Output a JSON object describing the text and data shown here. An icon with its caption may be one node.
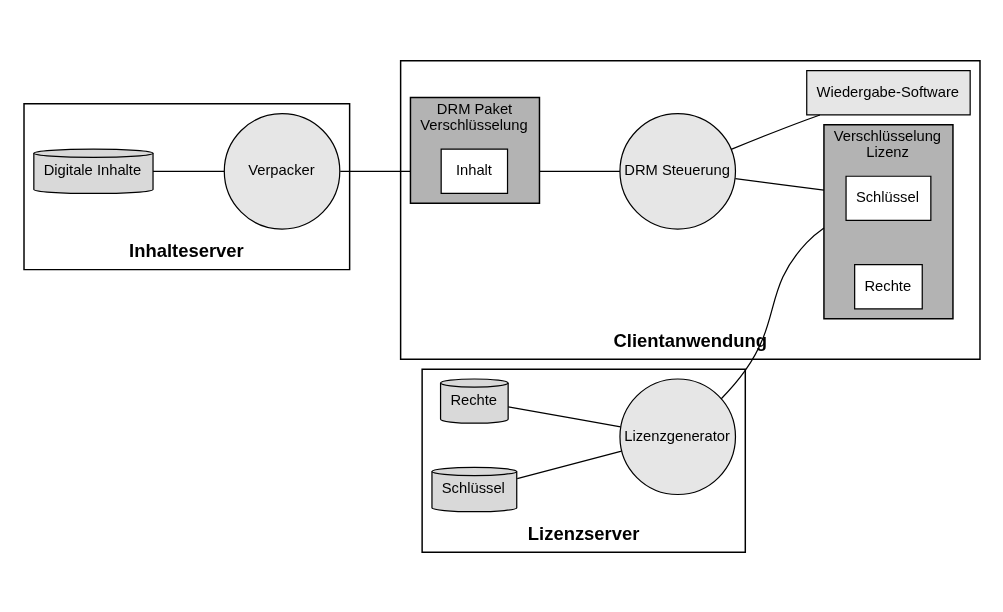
{
  "diagram": {
    "nodes": [
      {
        "text": [
          "Inhalteserver"
        ]
      },
      {
        "text": [
          "Digitale Inhalte"
        ],
        "in": 0
      },
      {
        "text": [
          "Verpacker"
        ],
        "in": 0
      },
      {
        "text": [
          "Lizenzserver"
        ]
      },
      {
        "text": [
          "Rechte"
        ],
        "in": 3
      },
      {
        "text": [
          "Schlüssel"
        ],
        "in": 3
      },
      {
        "text": [
          "Lizenzgenerator"
        ],
        "in": 3
      },
      {
        "text": [
          "Clientanwendung"
        ]
      },
      {
        "text": [
          "DRM Paket",
          "Verschlüsselung"
        ],
        "in": 7
      },
      {
        "text": [
          "Inhalt"
        ],
        "in": 8
      },
      {
        "text": [
          "DRM Steuerung"
        ],
        "in": 7
      },
      {
        "text": [
          "Wiedergabe-Software"
        ],
        "in": 7
      },
      {
        "text": [
          "Verschlüsselung",
          "Lizenz"
        ],
        "in": 7
      },
      {
        "text": [
          "Schlüssel"
        ],
        "in": 12
      },
      {
        "text": [
          "Rechte"
        ],
        "in": 12
      }
    ],
    "edges": [
      {
        "from": 1,
        "to": 2,
        "arrow": "none"
      },
      {
        "from": 2,
        "to": 8,
        "arrow": "none"
      },
      {
        "from": 8,
        "to": 10,
        "arrow": "none"
      },
      {
        "from": 10,
        "to": 11,
        "arrow": "none"
      },
      {
        "from": 10,
        "to": 12,
        "arrow": "none"
      },
      {
        "from": 4,
        "to": 6,
        "arrow": "none"
      },
      {
        "from": 5,
        "to": 6,
        "arrow": "none"
      },
      {
        "from": 6,
        "to": 12,
        "arrow": "none"
      }
    ]
  }
}
